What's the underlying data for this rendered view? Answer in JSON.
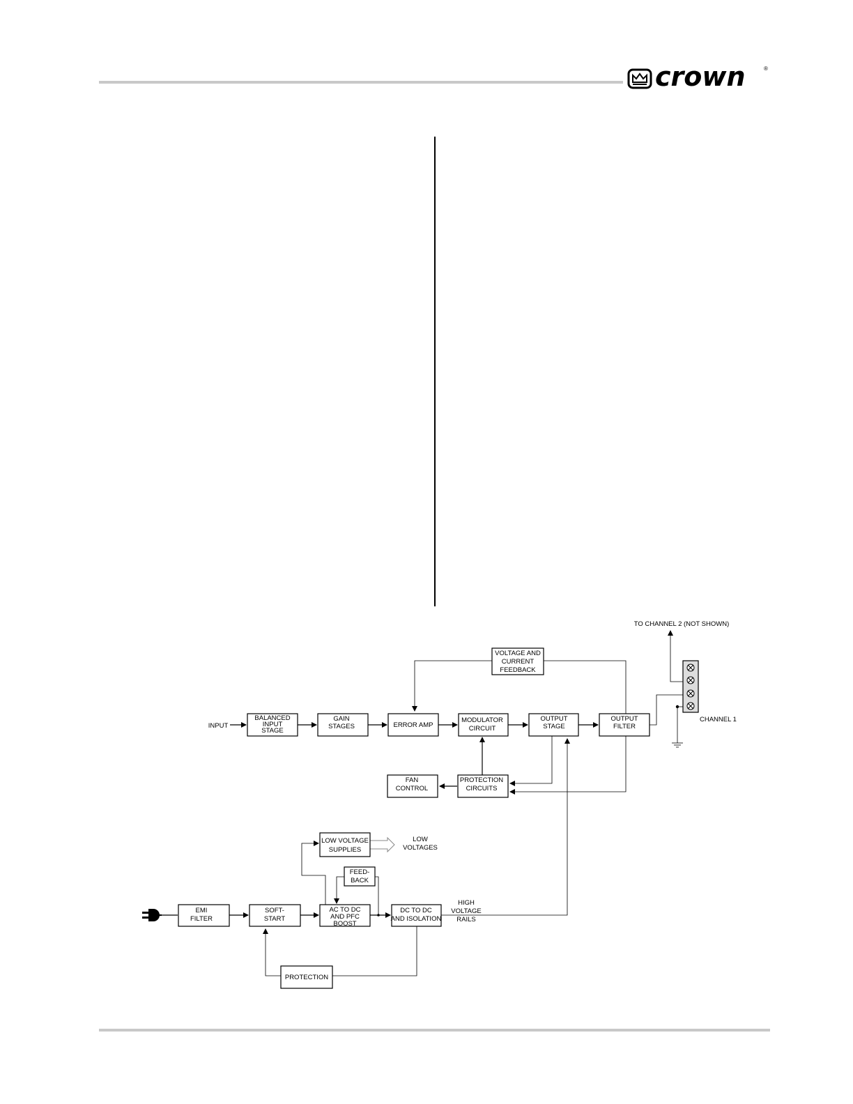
{
  "header": {
    "brand": "crown",
    "reg_mark": "®"
  },
  "diagram": {
    "signal_path": {
      "input_label": "INPUT",
      "balanced_input_stage": [
        "BALANCED",
        "INPUT",
        "STAGE"
      ],
      "gain_stages": [
        "GAIN",
        "STAGES"
      ],
      "error_amp": [
        "ERROR AMP"
      ],
      "modulator_circuit": [
        "MODULATOR",
        "CIRCUIT"
      ],
      "output_stage": [
        "OUTPUT",
        "STAGE"
      ],
      "output_filter": [
        "OUTPUT",
        "FILTER"
      ],
      "voltage_current_feedback": [
        "VOLTAGE AND",
        "CURRENT",
        "FEEDBACK"
      ],
      "protection_circuits": [
        "PROTECTION",
        "CIRCUITS"
      ],
      "fan_control": [
        "FAN",
        "CONTROL"
      ],
      "to_channel_2": "TO CHANNEL 2 (NOT SHOWN)",
      "channel_1": "CHANNEL 1"
    },
    "power_path": {
      "emi_filter": [
        "EMI",
        "FILTER"
      ],
      "soft_start": [
        "SOFT-",
        "START"
      ],
      "ac_to_dc": [
        "AC TO DC",
        "AND PFC",
        "BOOST"
      ],
      "dc_to_dc": [
        "DC TO DC",
        "AND ISOLATION"
      ],
      "low_voltage_supplies": [
        "LOW VOLTAGE",
        "SUPPLIES"
      ],
      "low_voltages": [
        "LOW",
        "VOLTAGES"
      ],
      "feedback": [
        "FEED-",
        "BACK"
      ],
      "high_voltage_rails": [
        "HIGH",
        "VOLTAGE",
        "RAILS"
      ],
      "protection": [
        "PROTECTION"
      ]
    }
  }
}
